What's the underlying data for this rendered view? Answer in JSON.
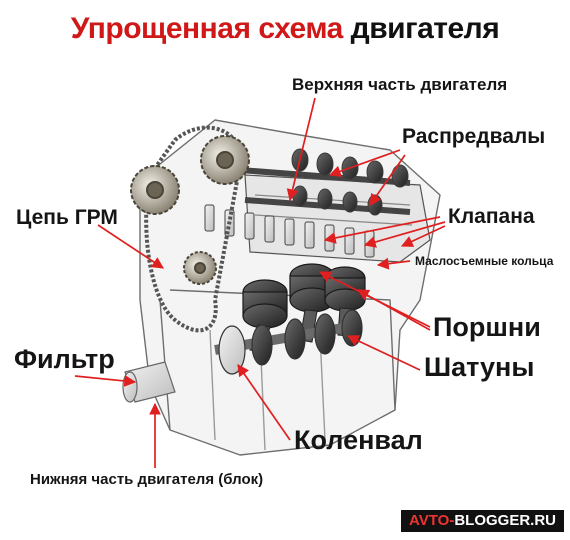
{
  "title": {
    "part1": "Упрощенная схема",
    "part2": "двигателя"
  },
  "labels": {
    "top_part": "Верхняя часть двигателя",
    "camshafts": "Распредвалы",
    "timing_chain": "Цепь ГРМ",
    "valves": "Клапана",
    "oil_rings": "Маслосъемные кольца",
    "pistons": "Поршни",
    "filter": "Фильтр",
    "rods": "Шатуны",
    "crankshaft": "Коленвал",
    "bottom_part": "Нижняя часть двигателя (блок)"
  },
  "watermark": {
    "prefix": "AVTO-",
    "suffix": "BLOGGER.RU"
  },
  "colors": {
    "title_accent": "#d01818",
    "arrow": "#e02020",
    "text": "#151515"
  }
}
